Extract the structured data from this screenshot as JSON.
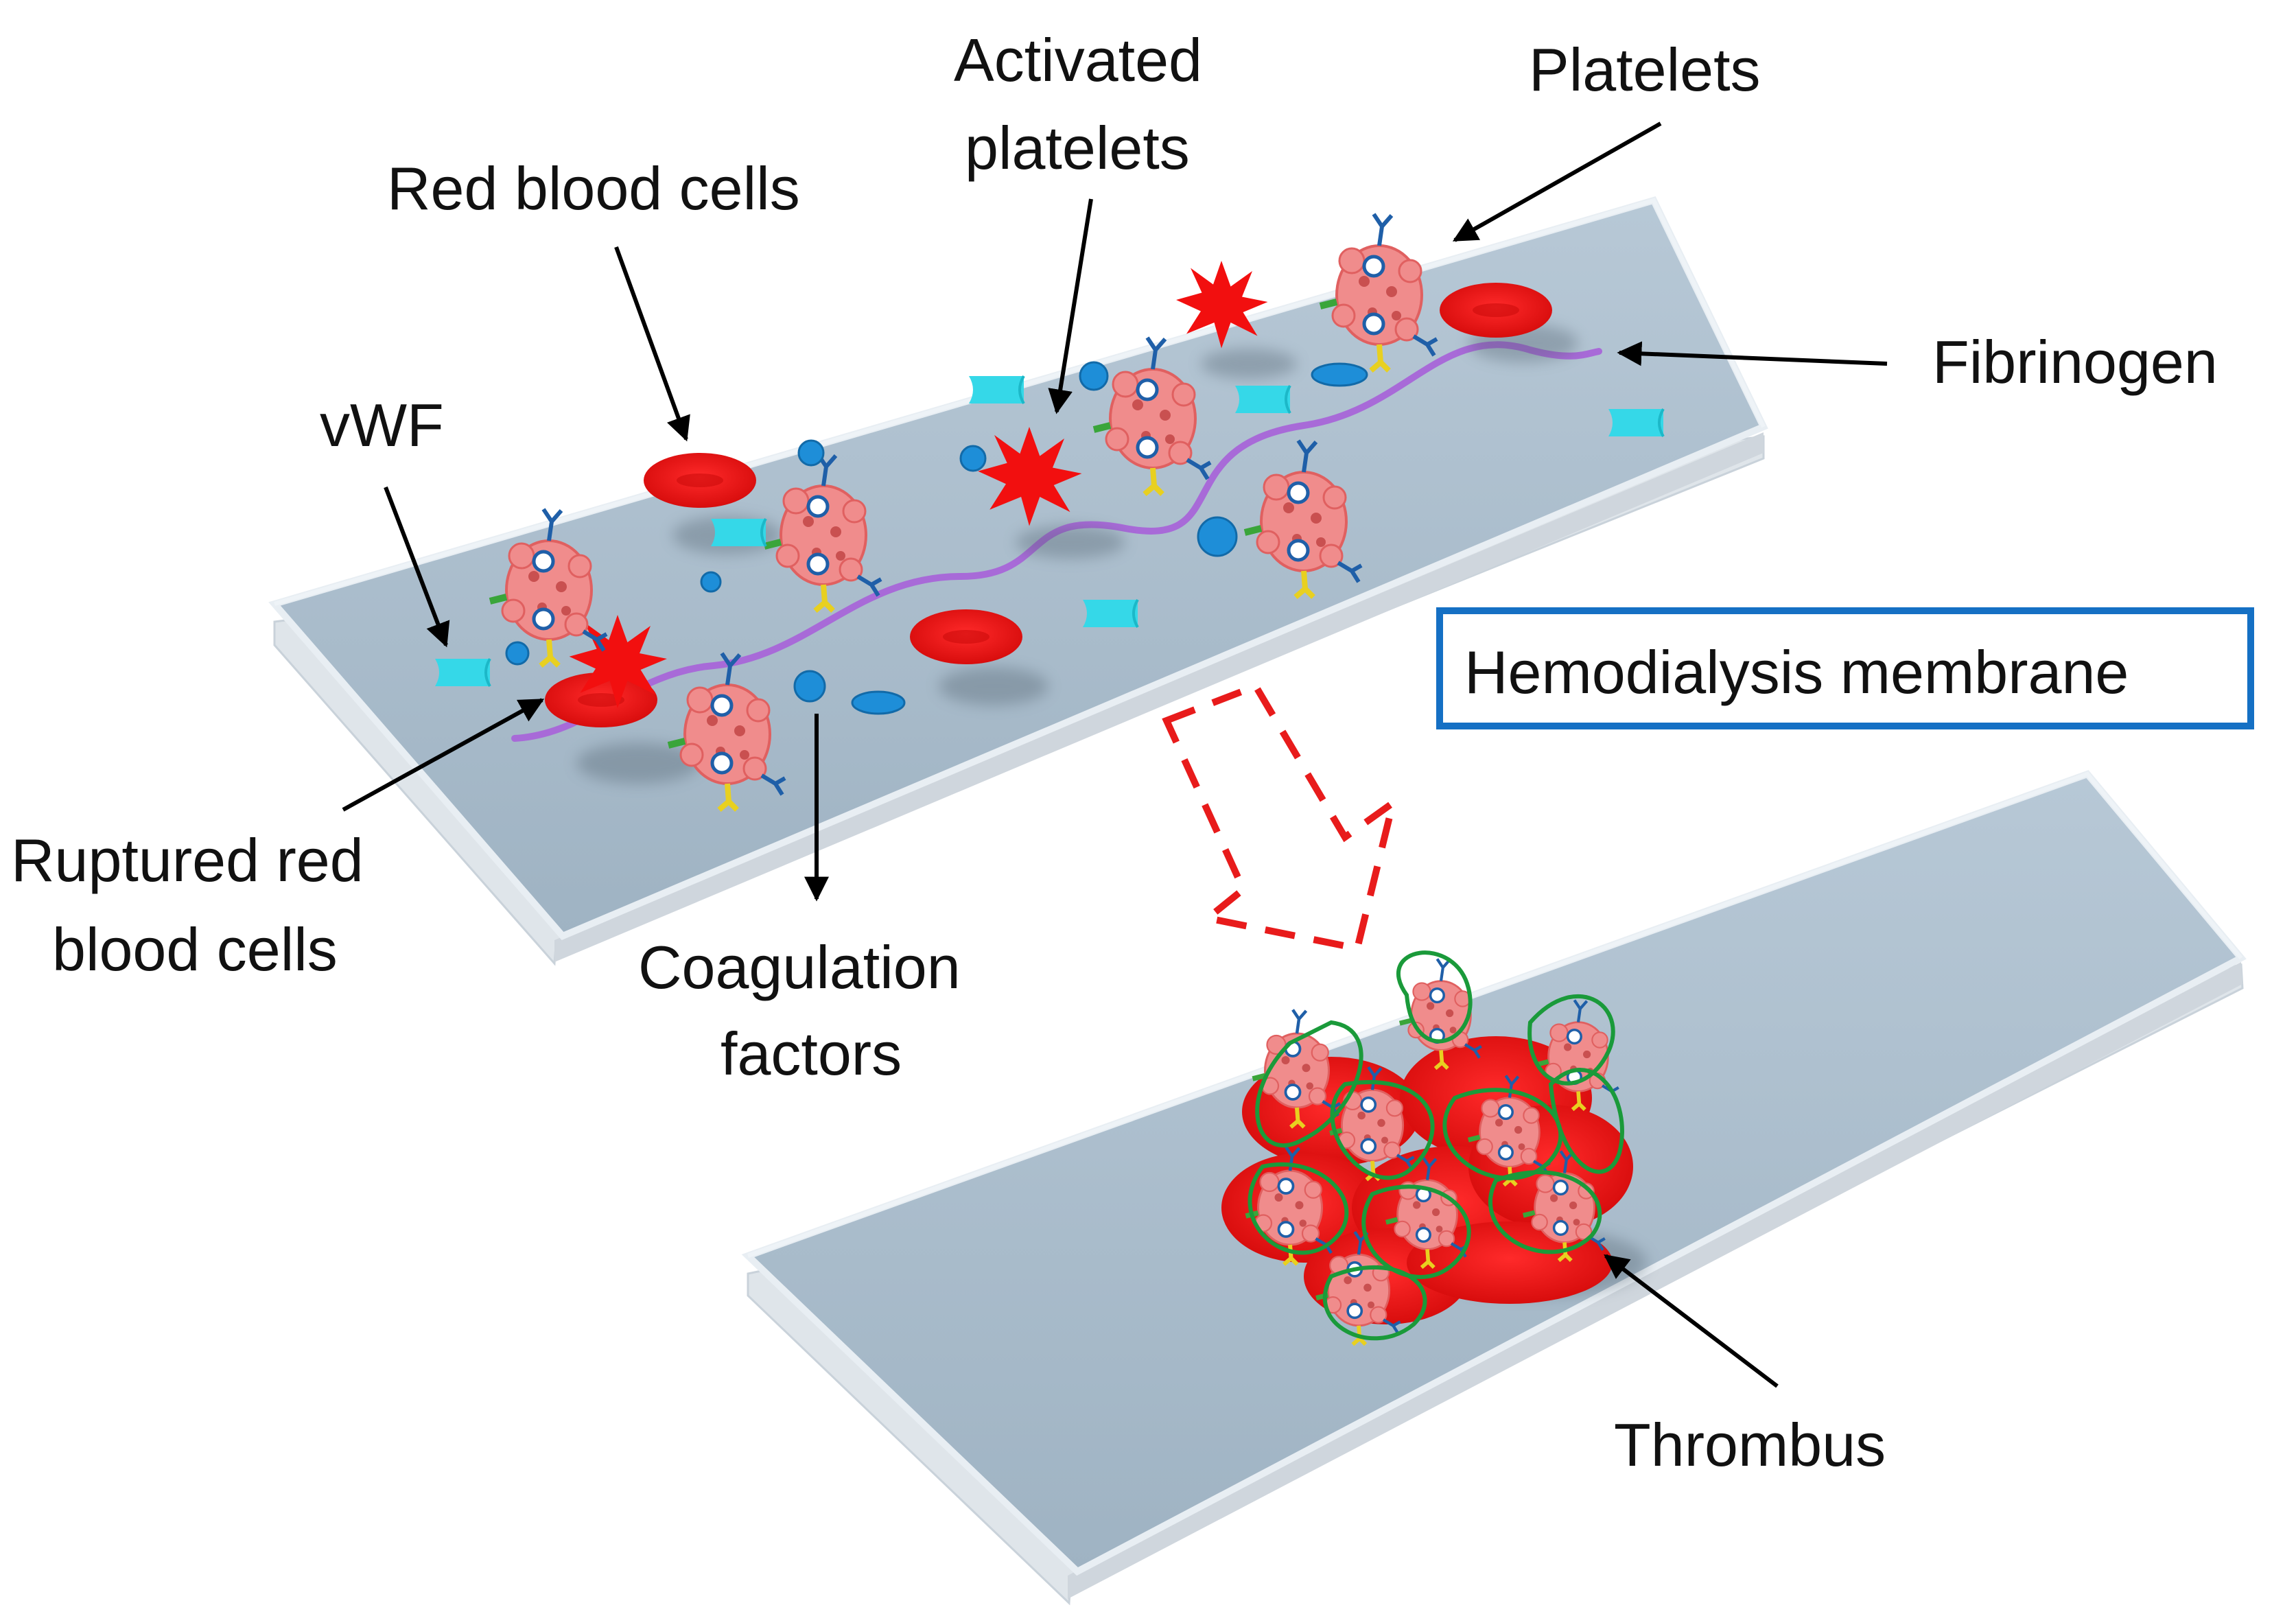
{
  "labels": {
    "rbc": "Red blood cells",
    "activated_1": "Activated",
    "activated_2": "platelets",
    "platelets": "Platelets",
    "fibrinogen": "Fibrinogen",
    "vwf": "vWF",
    "ruptured_1": "Ruptured red",
    "ruptured_2": "blood cells",
    "coag_1": "Coagulation",
    "coag_2": "factors",
    "membrane": "Hemodialysis membrane",
    "thrombus": "Thrombus"
  },
  "colors": {
    "membrane_face": "#a9bccb",
    "membrane_edge": "#dde6ee",
    "rbc": "#ee1111",
    "platelet": "#f08c8c",
    "fibrinogen": "#a86ad8",
    "vwf": "#35d8e8",
    "coag": "#1e8ed8",
    "box_border": "#1570c4",
    "transition_arrow": "#e81b1b",
    "fibrin_mesh": "#1a9a3a"
  }
}
